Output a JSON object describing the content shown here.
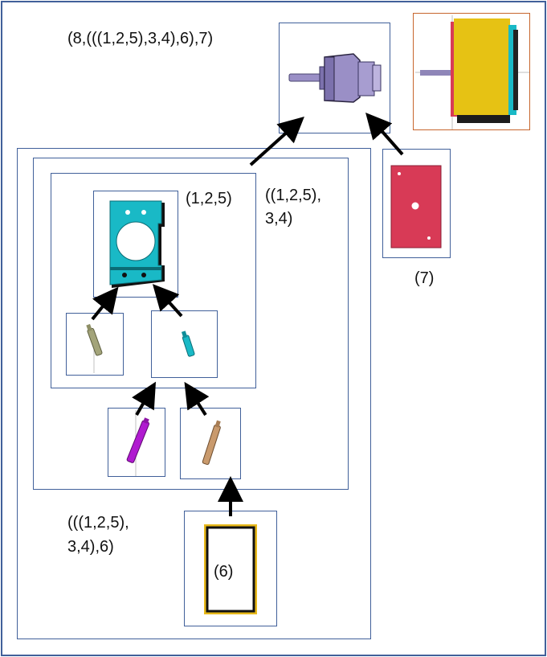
{
  "labels": {
    "final": "(8,(((1,2,5),3,4),6),7)",
    "l125": "(1,2,5)",
    "l12534_a": "((1,2,5),",
    "l12534_b": "3,4)",
    "l6_a": "(((1,2,5),",
    "l6_b": "3,4),6)",
    "l7": "(7)",
    "l6": "(6)"
  },
  "colors": {
    "frame": "#41609a",
    "motor_body": "#9a8fc6",
    "cyan_plate": "#19b9c6",
    "red_plate": "#d83a56",
    "yellow_block": "#e6c214",
    "orange_border": "#c7662d",
    "purple_pin": "#b01ad0",
    "tan_pin": "#c99a6d",
    "olive_pin": "#a3a47a",
    "gold_frame": "#e8b91a"
  },
  "icons": [
    "motor-assembly-icon",
    "motor-3d-view-icon",
    "mount-plate-icon",
    "red-plate-icon",
    "standoff-icon",
    "cover-frame-icon"
  ]
}
